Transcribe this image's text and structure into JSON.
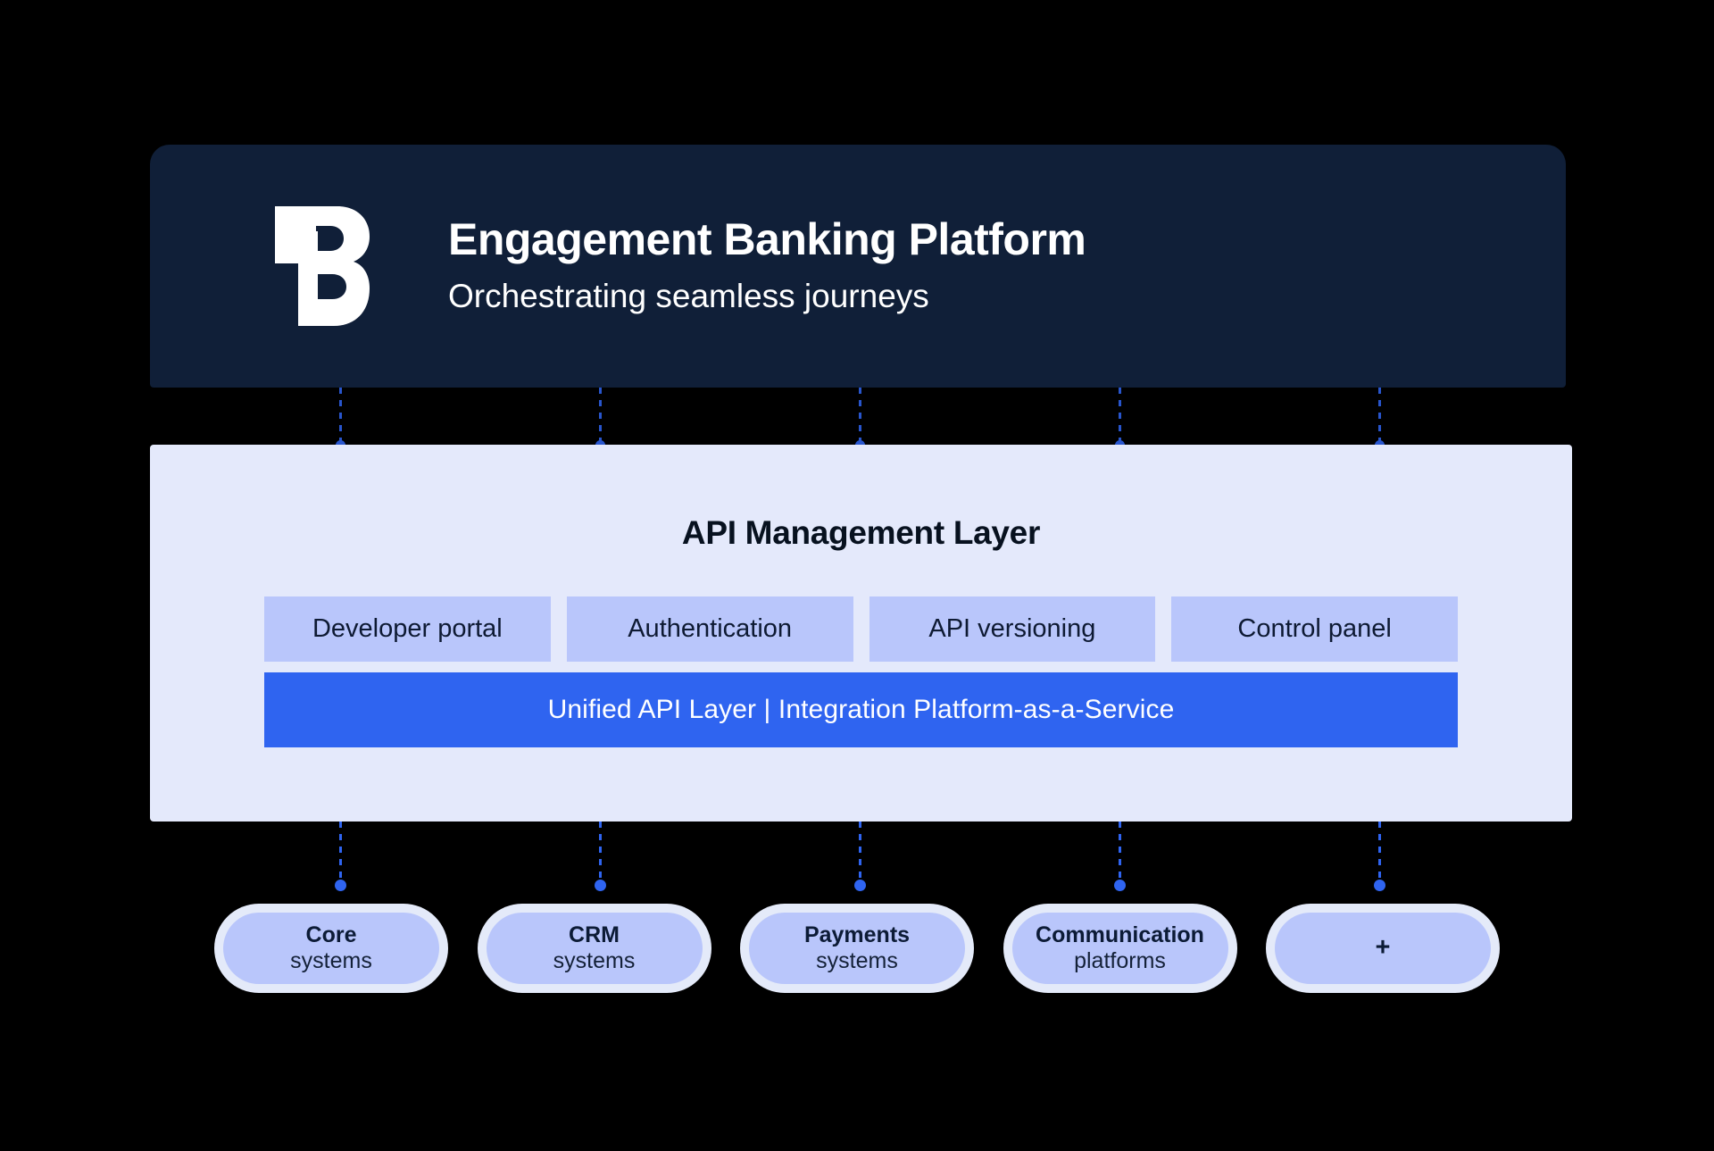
{
  "header": {
    "logo_name": "backbase-b-logo",
    "title": "Engagement Banking Platform",
    "subtitle": "Orchestrating seamless journeys",
    "background_color": "#101f38",
    "text_color": "#ffffff"
  },
  "api_panel": {
    "title": "API Management Layer",
    "background_color": "#e4e9fb",
    "features": [
      {
        "label": "Developer portal"
      },
      {
        "label": "Authentication"
      },
      {
        "label": "API versioning"
      },
      {
        "label": "Control panel"
      }
    ],
    "feature_color": "#b9c6fb",
    "unified_bar": {
      "label": "Unified API Layer | Integration Platform-as-a-Service",
      "color": "#2f64f0"
    }
  },
  "systems": {
    "connector_color": "#2f64f0",
    "nodes": [
      {
        "title": "Core",
        "subtitle": "systems"
      },
      {
        "title": "CRM",
        "subtitle": "systems"
      },
      {
        "title": "Payments",
        "subtitle": "systems"
      },
      {
        "title": "Communication",
        "subtitle": "platforms"
      },
      {
        "title": "+",
        "subtitle": ""
      }
    ]
  }
}
